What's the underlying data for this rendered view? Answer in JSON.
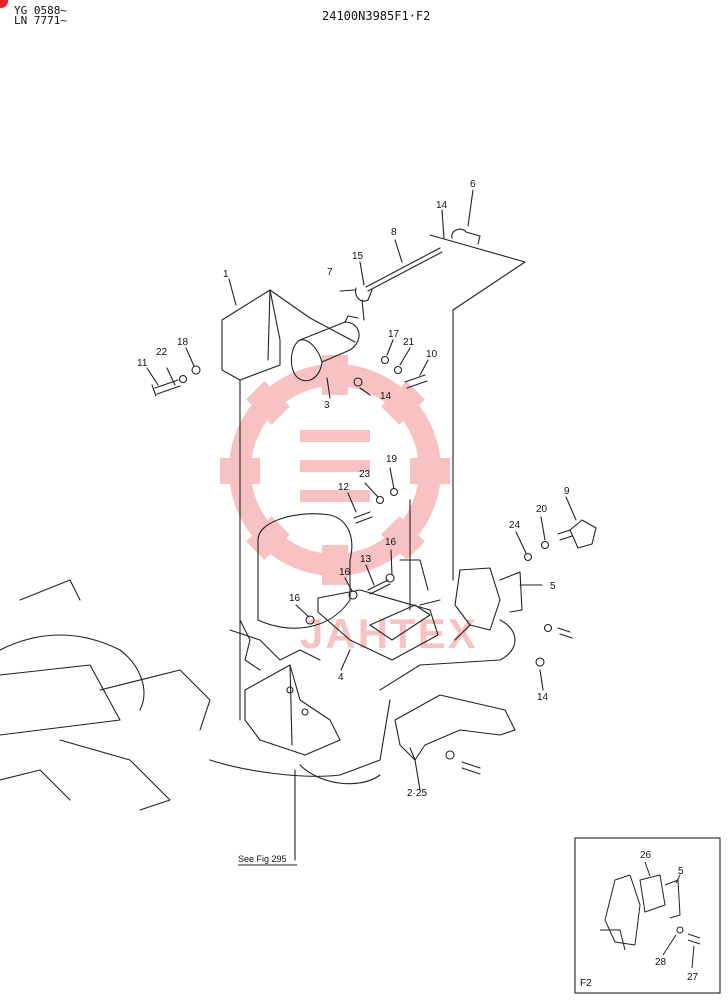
{
  "header": {
    "code_line_1": "YG 0588~",
    "code_line_2": "LN 7771~",
    "drawing_number": "24100N3985F1·F2",
    "brand_color": "#e8202a"
  },
  "watermark": {
    "text": "JAHTEX",
    "color": "#f07a7a"
  },
  "callouts": [
    "1",
    "2·25",
    "3",
    "4",
    "5",
    "6",
    "7",
    "8",
    "9",
    "10",
    "11",
    "12",
    "13",
    "14",
    "15",
    "16",
    "17",
    "18",
    "19",
    "20",
    "21",
    "22",
    "23",
    "24"
  ],
  "reference_note": "See Fig 295",
  "inset": {
    "label": "F2",
    "callouts": [
      "26",
      "5",
      "28",
      "27"
    ]
  }
}
